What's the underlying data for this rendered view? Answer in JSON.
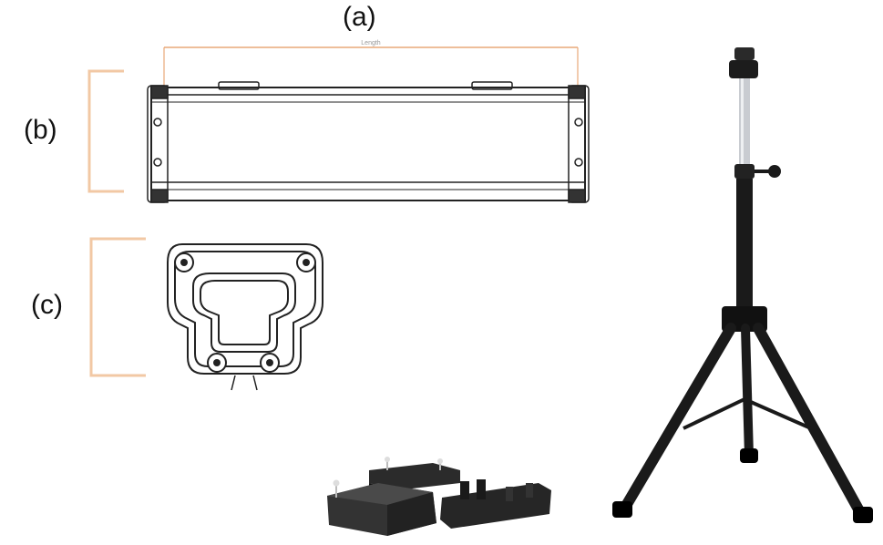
{
  "labels": {
    "a": "(a)",
    "b": "(b)",
    "c": "(c)",
    "dimension": "Length"
  },
  "colors": {
    "bracket": "#f2c8a4",
    "dimension_line": "#e8a878",
    "line_art": "#222222",
    "tripod": "#1a1a1a",
    "tripod_mast": "#c9ccd1",
    "clip_body": "#2b2b2b"
  },
  "parts": {
    "light_bar": "light-bar-side-view",
    "end_cap": "end-cap-front-view",
    "mount_clips": "mounting-clips-photo",
    "tripod": "tripod-stand-photo"
  }
}
